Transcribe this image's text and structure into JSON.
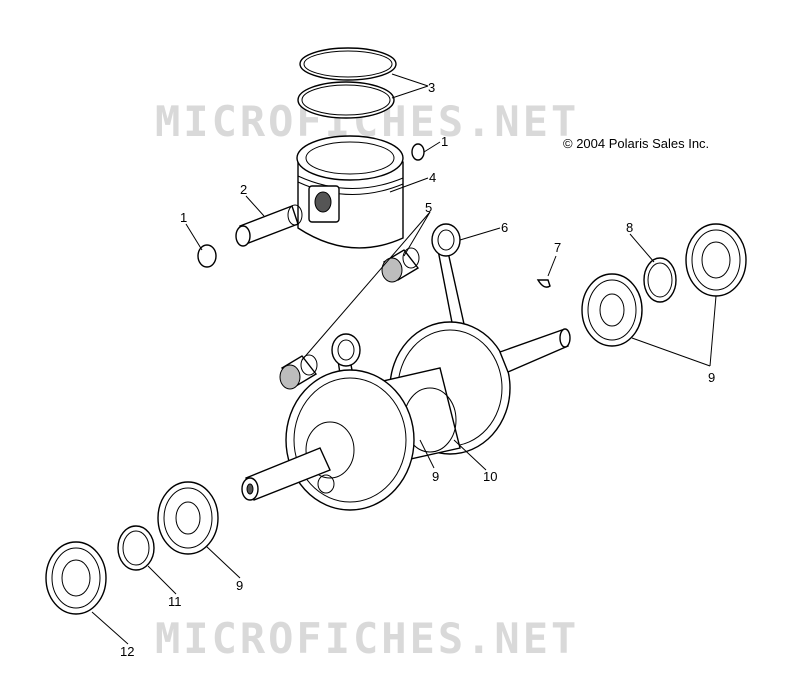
{
  "watermark": {
    "top": "MICROFICHES.NET",
    "bottom": "MICROFICHES.NET"
  },
  "copyright": "© 2004 Polaris Sales Inc.",
  "callouts": {
    "c1_ring_right": "1",
    "c1_ring_left": "1",
    "c2_pin": "2",
    "c3_rings": "3",
    "c4_piston": "4",
    "c5_bearing": "5",
    "c6_rod": "6",
    "c7_key": "7",
    "c8_seal_ring": "8",
    "c9_right_bearings": "9",
    "c9_center": "9",
    "c9_left_bearing": "9",
    "c10_crank": "10",
    "c11_ring": "11",
    "c12_seal": "12"
  }
}
